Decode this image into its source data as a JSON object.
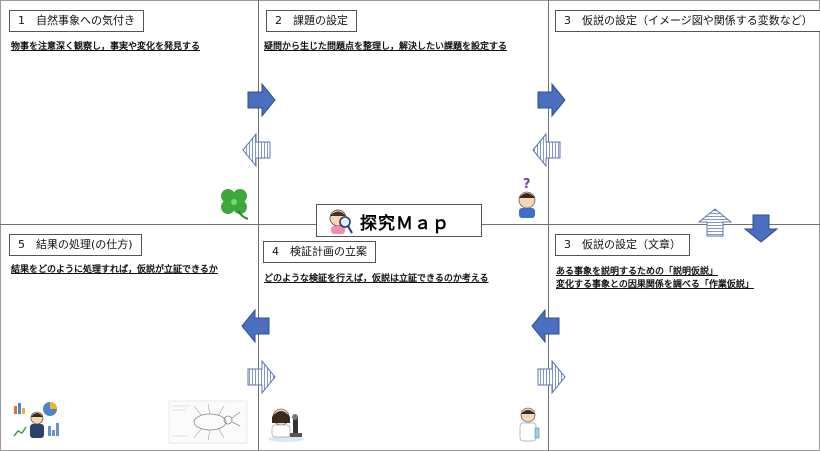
{
  "map_title": "探究Ｍａｐ",
  "steps": [
    {
      "label": "1　自然事象への気付き",
      "desc": "物事を注意深く観察し，事実や変化を発見する"
    },
    {
      "label": "2　課題の設定",
      "desc": "疑問から生じた問題点を整理し，解決したい課題を設定する"
    },
    {
      "label": "3　仮説の設定（イメージ図や関係する変数など）",
      "desc": ""
    },
    {
      "label": "3　仮説の設定（文章）",
      "desc_lines": [
        "ある事象を説明するための「説明仮説」",
        "変化する事象との因果関係を調べる「作業仮説」"
      ]
    },
    {
      "label": "4　検証計画の立案",
      "desc": "どのような検証を行えば，仮説は立証できるのか考える"
    },
    {
      "label": "5　結果の処理(の仕方)",
      "desc": "結果をどのように処理すれば，仮説が立証できるか"
    }
  ],
  "colors": {
    "arrow_fill": "#4a6fc1",
    "arrow_outline": "#2f4f8f",
    "hatched_stripe": "#7f97cc",
    "divider": "#6f6f6f"
  },
  "icons": [
    "clover-icon",
    "question-person-icon",
    "magnifier-person-icon",
    "microscope-person-icon",
    "scientist-icon",
    "charts-person-icon",
    "insect-sketch-icon"
  ]
}
